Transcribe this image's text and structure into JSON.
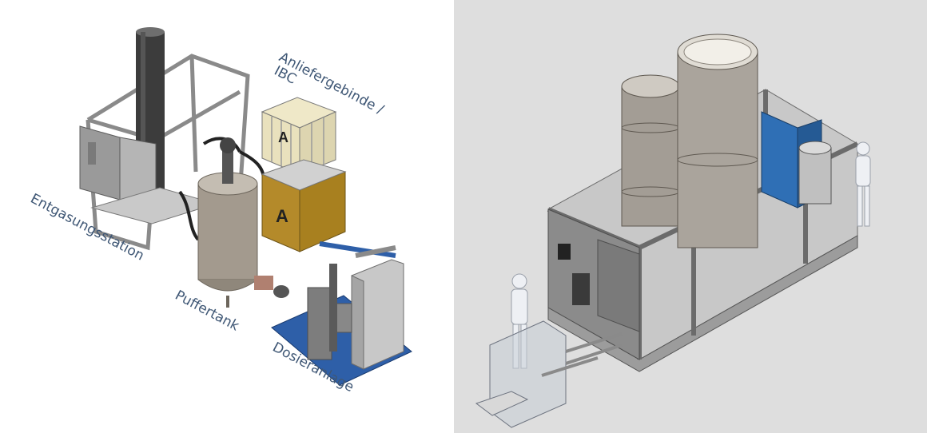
{
  "left": {
    "labels": {
      "ibc_line1": "Anliefergebinde /",
      "ibc_line2": "IBC",
      "degassing": "Entgasungsstation",
      "buffer": "Puffertank",
      "dosing": "Dosieranlage"
    },
    "container_mark": "A"
  },
  "colors": {
    "label": "#3f5775",
    "ibc_brown": "#b48a2a",
    "pallet_blue": "#2e5fa8",
    "motor_blue": "#2f6fb5",
    "right_bg": "#dedede"
  }
}
